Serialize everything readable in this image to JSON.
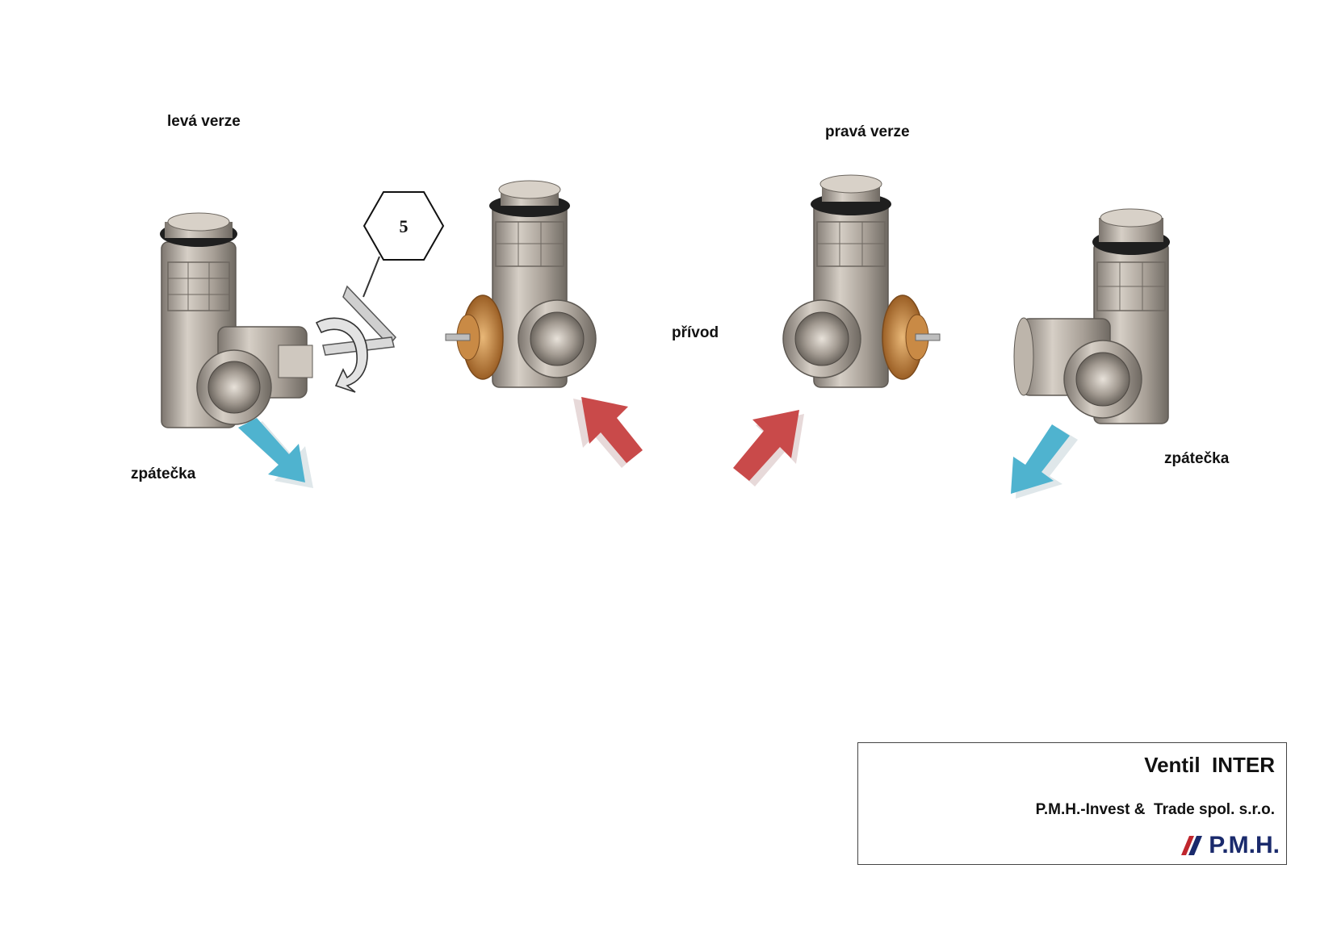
{
  "labels": {
    "left_version": "levá verze",
    "right_version": "pravá verze",
    "return_left": "zpátečka",
    "return_right": "zpátečka",
    "supply": "přívod",
    "hex_key_size": "5"
  },
  "title_block": {
    "title": "Ventil  INTER",
    "company": "P.M.H.-Invest &  Trade spol. s.r.o.",
    "logo_text": "P.M.H."
  },
  "colors": {
    "return_arrow": "#4fb3cf",
    "supply_arrow": "#c94a4a",
    "valve_body": "#b9b0a6",
    "brass_cap": "#c98a45",
    "logo_blue": "#1a2a6c",
    "logo_red": "#c0262d"
  }
}
